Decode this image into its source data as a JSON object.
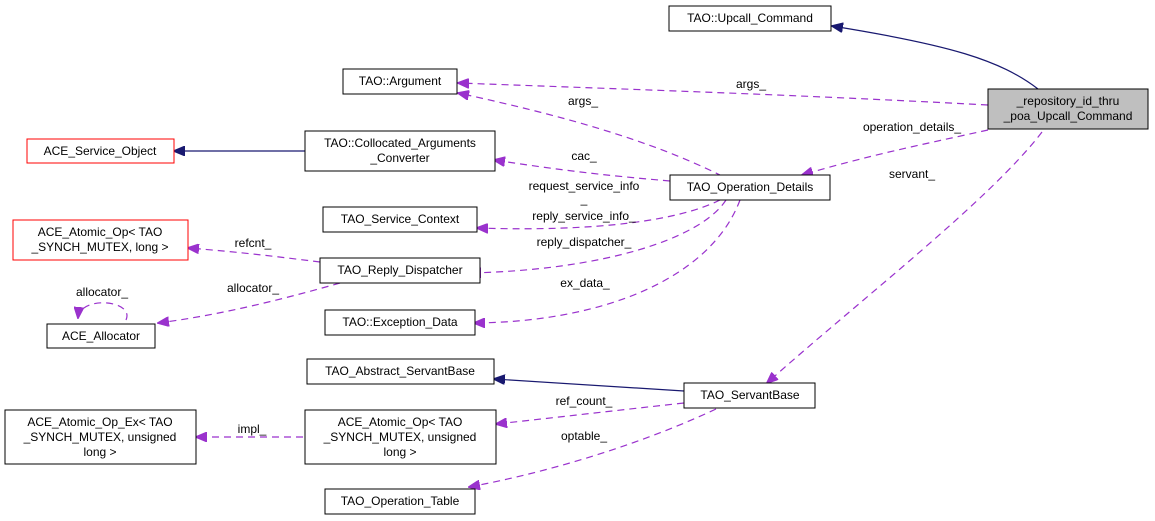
{
  "diagram": {
    "type": "collaboration-graph",
    "colors": {
      "inheritance_edge": "#191970",
      "usage_edge": "#9a32cd",
      "focus_fill": "#bfbfbf",
      "truncated_border": "#ff0000"
    },
    "nodes": [
      {
        "id": "repo_cmd",
        "lines": [
          "_repository_id_thru",
          "_poa_Upcall_Command"
        ],
        "focus": true,
        "border": "black"
      },
      {
        "id": "upcall",
        "lines": [
          "TAO::Upcall_Command"
        ],
        "border": "black"
      },
      {
        "id": "argument",
        "lines": [
          "TAO::Argument"
        ],
        "border": "black"
      },
      {
        "id": "ace_svc",
        "lines": [
          "ACE_Service_Object"
        ],
        "border": "red"
      },
      {
        "id": "collocated",
        "lines": [
          "TAO::Collocated_Arguments",
          "_Converter"
        ],
        "border": "black"
      },
      {
        "id": "opdetails",
        "lines": [
          "TAO_Operation_Details"
        ],
        "border": "black"
      },
      {
        "id": "svc_ctx",
        "lines": [
          "TAO_Service_Context"
        ],
        "border": "black"
      },
      {
        "id": "atomic_long",
        "lines": [
          "ACE_Atomic_Op< TAO",
          "_SYNCH_MUTEX, long >"
        ],
        "border": "red"
      },
      {
        "id": "reply_disp",
        "lines": [
          "TAO_Reply_Dispatcher"
        ],
        "border": "black"
      },
      {
        "id": "allocator",
        "lines": [
          "ACE_Allocator"
        ],
        "border": "black"
      },
      {
        "id": "exc_data",
        "lines": [
          "TAO::Exception_Data"
        ],
        "border": "black"
      },
      {
        "id": "abs_servant",
        "lines": [
          "TAO_Abstract_ServantBase"
        ],
        "border": "black"
      },
      {
        "id": "servantbase",
        "lines": [
          "TAO_ServantBase"
        ],
        "border": "black"
      },
      {
        "id": "atomic_ex",
        "lines": [
          "ACE_Atomic_Op_Ex< TAO",
          "_SYNCH_MUTEX, unsigned",
          "long >"
        ],
        "border": "black"
      },
      {
        "id": "atomic_ul",
        "lines": [
          "ACE_Atomic_Op< TAO",
          "_SYNCH_MUTEX, unsigned",
          "long >"
        ],
        "border": "black"
      },
      {
        "id": "optable",
        "lines": [
          "TAO_Operation_Table"
        ],
        "border": "black"
      }
    ],
    "edges": [
      {
        "from": "repo_cmd",
        "to": "upcall",
        "kind": "inheritance",
        "label": ""
      },
      {
        "from": "repo_cmd",
        "to": "argument",
        "kind": "usage",
        "label": "args_"
      },
      {
        "from": "repo_cmd",
        "to": "opdetails",
        "kind": "usage",
        "label": "operation_details_"
      },
      {
        "from": "repo_cmd",
        "to": "servantbase",
        "kind": "usage",
        "label": "servant_"
      },
      {
        "from": "collocated",
        "to": "ace_svc",
        "kind": "inheritance",
        "label": ""
      },
      {
        "from": "opdetails",
        "to": "argument",
        "kind": "usage",
        "label": "args_"
      },
      {
        "from": "opdetails",
        "to": "collocated",
        "kind": "usage",
        "label": "cac_"
      },
      {
        "from": "opdetails",
        "to": "svc_ctx",
        "kind": "usage",
        "label": "request_service_info_ / reply_service_info_"
      },
      {
        "from": "opdetails",
        "to": "reply_disp",
        "kind": "usage",
        "label": "reply_dispatcher_"
      },
      {
        "from": "opdetails",
        "to": "exc_data",
        "kind": "usage",
        "label": "ex_data_"
      },
      {
        "from": "reply_disp",
        "to": "atomic_long",
        "kind": "usage",
        "label": "refcnt_"
      },
      {
        "from": "reply_disp",
        "to": "allocator",
        "kind": "usage",
        "label": "allocator_"
      },
      {
        "from": "allocator",
        "to": "allocator",
        "kind": "usage",
        "label": "allocator_"
      },
      {
        "from": "servantbase",
        "to": "abs_servant",
        "kind": "inheritance",
        "label": ""
      },
      {
        "from": "servantbase",
        "to": "atomic_ul",
        "kind": "usage",
        "label": "ref_count_"
      },
      {
        "from": "servantbase",
        "to": "optable",
        "kind": "usage",
        "label": "optable_"
      },
      {
        "from": "atomic_ul",
        "to": "atomic_ex",
        "kind": "usage",
        "label": "impl_"
      }
    ],
    "edge_labels": {
      "args_top": "args_",
      "args_mid": "args_",
      "operation_details": "operation_details_",
      "servant": "servant_",
      "cac": "cac_",
      "request_service_info_1": "request_service_info",
      "request_service_info_2": "_",
      "reply_service_info": "reply_service_info_",
      "reply_dispatcher": "reply_dispatcher_",
      "ex_data": "ex_data_",
      "refcnt": "refcnt_",
      "allocator": "allocator_",
      "allocator_self": "allocator_",
      "ref_count": "ref_count_",
      "optable": "optable_",
      "impl": "impl_"
    }
  }
}
